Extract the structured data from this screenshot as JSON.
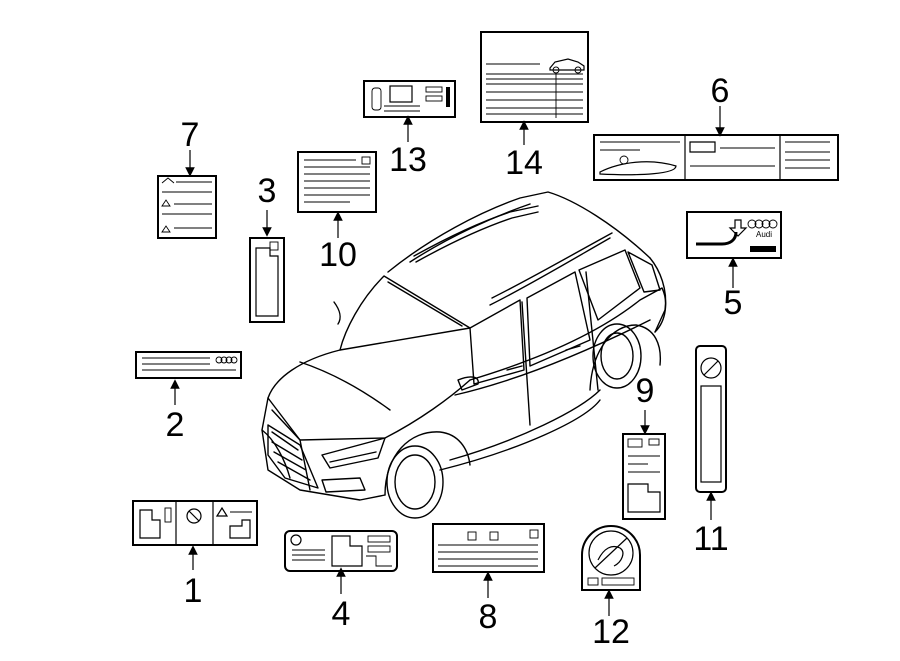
{
  "callouts": {
    "c1": "1",
    "c2": "2",
    "c3": "3",
    "c4": "4",
    "c5": "5",
    "c6": "6",
    "c7": "7",
    "c8": "8",
    "c9": "9",
    "c10": "10",
    "c11": "11",
    "c12": "12",
    "c13": "13",
    "c14": "14"
  },
  "label5": {
    "brand": "Audi"
  }
}
